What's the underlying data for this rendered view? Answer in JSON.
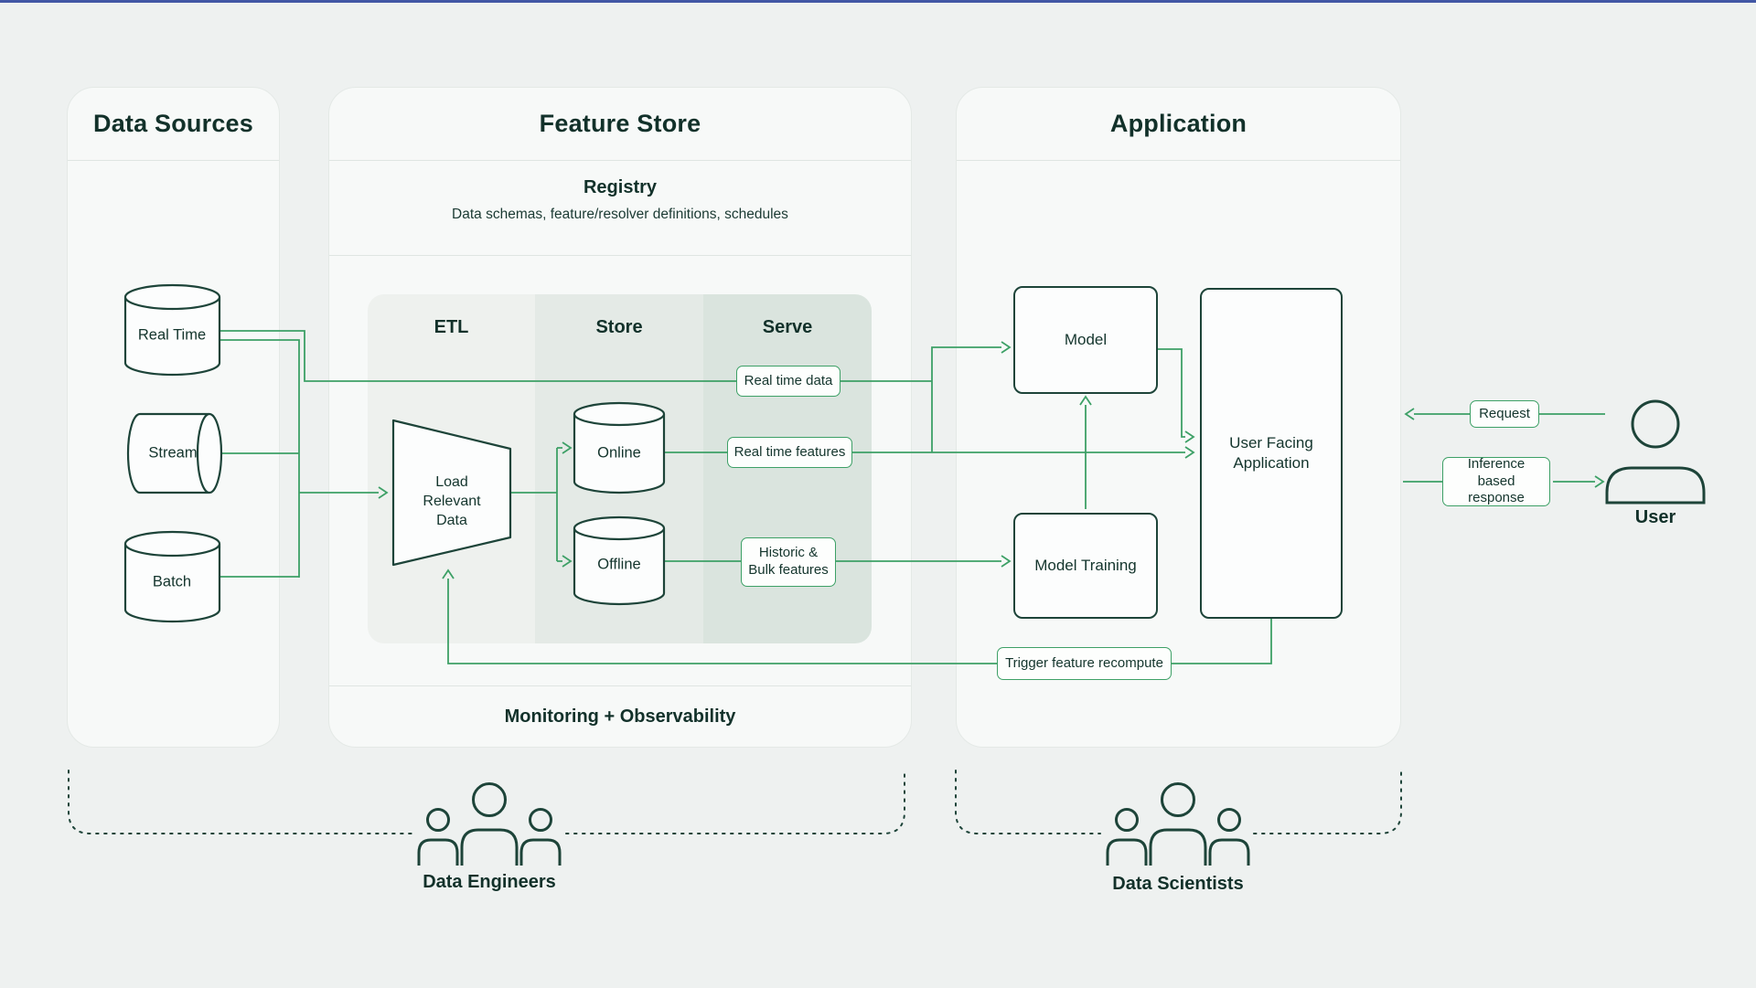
{
  "colors": {
    "accent_green": "#3da066",
    "ink_teal": "#1d4439",
    "topbar_blue": "#4257a5"
  },
  "data_sources": {
    "title": "Data Sources",
    "real_time": "Real Time",
    "stream": "Stream",
    "batch": "Batch"
  },
  "feature_store": {
    "title": "Feature Store",
    "registry": {
      "title": "Registry",
      "subtitle": "Data schemas, feature/resolver definitions, schedules"
    },
    "columns": {
      "etl": "ETL",
      "store": "Store",
      "serve": "Serve"
    },
    "load_node": "Load Relevant Data",
    "online": "Online",
    "offline": "Offline",
    "chips": {
      "real_time_data": "Real time data",
      "real_time_features": "Real time features",
      "historic_bulk": "Historic & Bulk features"
    },
    "monitoring": "Monitoring + Observability"
  },
  "application": {
    "title": "Application",
    "model": "Model",
    "user_facing": "User Facing Application",
    "model_training": "Model Training",
    "trigger": "Trigger feature recompute"
  },
  "flow": {
    "request": "Request",
    "inference": "Inference based response",
    "user": "User"
  },
  "roles": {
    "engineers": "Data Engineers",
    "scientists": "Data Scientists"
  },
  "icons": {
    "databases": "cylinder-database-icon",
    "people_group": "people-group-icon",
    "user": "person-icon"
  }
}
